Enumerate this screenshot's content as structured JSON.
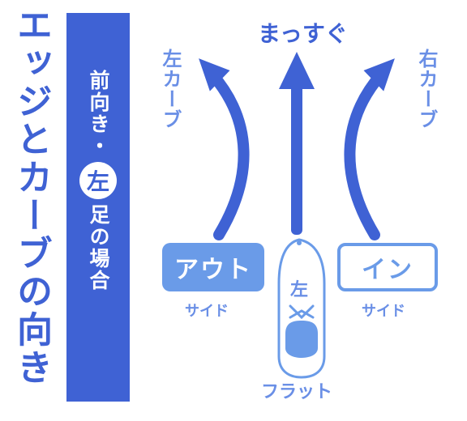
{
  "title": "エッジとカーブの向き",
  "banner": {
    "part1": "前向き・",
    "circle_char": "左",
    "part2": "足の場合"
  },
  "directions": {
    "straight": "まっすぐ",
    "left": "左カーブ",
    "right": "右カーブ"
  },
  "boxes": {
    "out_label": "アウト",
    "out_sub": "サイド",
    "in_label": "イン",
    "in_sub": "サイド"
  },
  "foot": {
    "side_char": "左",
    "bottom_label": "フラット"
  },
  "colors": {
    "primary": "#3f62d4",
    "light": "#6a9be8"
  }
}
